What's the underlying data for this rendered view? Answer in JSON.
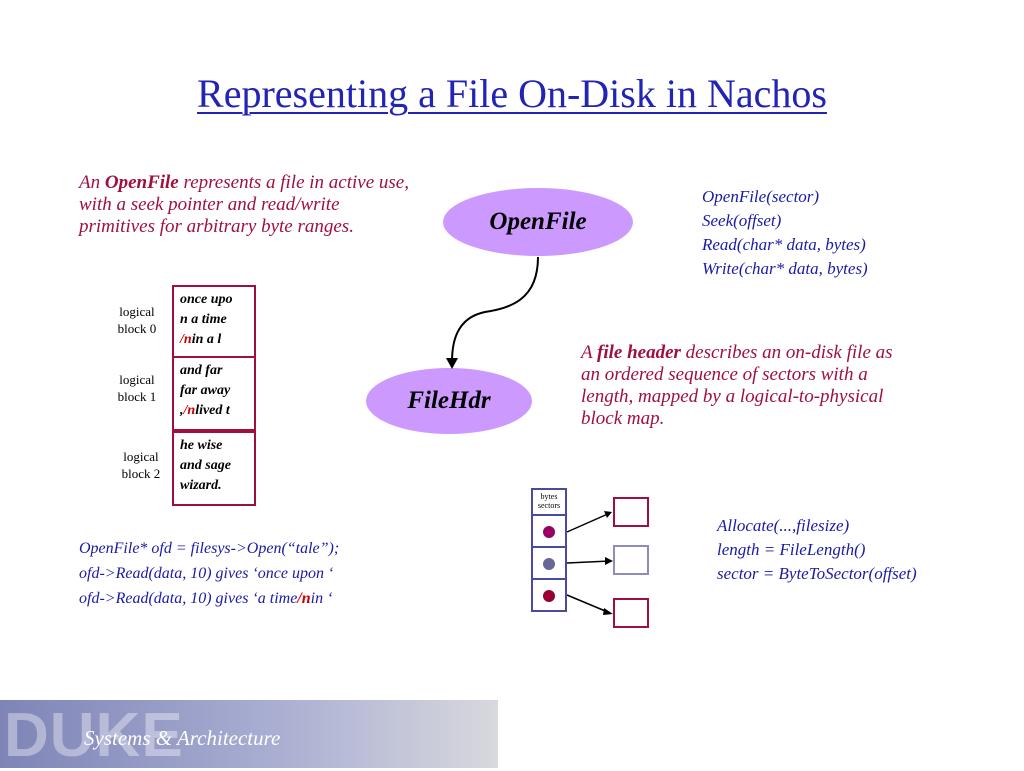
{
  "title": "Representing a File On-Disk in Nachos",
  "openfile_desc": {
    "prefix": "An ",
    "term": "OpenFile",
    "text": " represents a file in active use, with a seek pointer and read/write primitives for arbitrary byte ranges."
  },
  "openfile_node": "OpenFile",
  "filehdr_node": "FileHdr",
  "openfile_ops": [
    "OpenFile(sector)",
    "Seek(offset)",
    "Read(char* data, bytes)",
    "Write(char* data, bytes)"
  ],
  "fileheader_desc": {
    "prefix": "A ",
    "term": "file header",
    "text": " describes an on-disk file as an ordered sequence of sectors with a length, mapped by a logical-to-physical block map."
  },
  "blocks": [
    {
      "label1": "logical",
      "label2": "block 0",
      "lines": [
        "once upo",
        "n a time"
      ],
      "red": "/n",
      "tail": "in a l"
    },
    {
      "label1": "logical",
      "label2": "block 1",
      "lines": [
        "and far",
        "far away"
      ],
      "pre": ",",
      "red": "/n",
      "tail": "lived t"
    },
    {
      "label1": "logical",
      "label2": "block 2",
      "lines": [
        "he wise",
        "and sage",
        "wizard."
      ]
    }
  ],
  "code": {
    "line1": "OpenFile* ofd = filesys->Open(“tale”);",
    "line2_a": "ofd->Read(data, 10) gives ‘",
    "line2_b": "once upon ‘",
    "line3_a": "ofd->Read(data, 10) gives ‘",
    "line3_b": "a time",
    "line3_red": "/n",
    "line3_c": "in ‘"
  },
  "header_map": {
    "label1": "bytes",
    "label2": "sectors",
    "dot_colors": [
      "#990066",
      "#666699",
      "#990033"
    ]
  },
  "fileheader_ops": [
    "Allocate(...,filesize)",
    "length = FileLength()",
    "sector = ByteToSector(offset)"
  ],
  "footer": {
    "logo": "DUKE",
    "tagline": "Systems & Architecture"
  }
}
